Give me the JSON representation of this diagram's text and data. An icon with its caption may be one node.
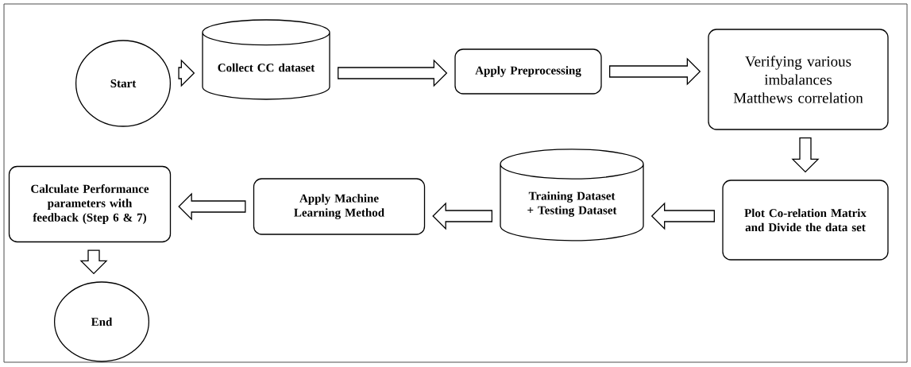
{
  "diagram": {
    "nodes": [
      {
        "text": [
          "Start"
        ]
      },
      {
        "text": [
          "Collect CC dataset"
        ]
      },
      {
        "text": [
          "Apply Preprocessing"
        ]
      },
      {
        "text": [
          "Verifying various imbalances Matthews correlation"
        ]
      },
      {
        "text": [
          "Plot Co-relation Matrix and Divide the data set"
        ]
      },
      {
        "text": [
          "Training Dataset + Testing Dataset"
        ]
      },
      {
        "text": [
          "Apply Machine Learning Method"
        ]
      },
      {
        "text": [
          "Calculate Performance parameters with feedback (Step 6 & 7)"
        ]
      },
      {
        "text": [
          "End"
        ]
      }
    ],
    "edges": [
      {
        "from": 0,
        "to": 1,
        "arrow": "to"
      },
      {
        "from": 1,
        "to": 2,
        "arrow": "to"
      },
      {
        "from": 2,
        "to": 3,
        "arrow": "to"
      },
      {
        "from": 3,
        "to": 4,
        "arrow": "to"
      },
      {
        "from": 4,
        "to": 5,
        "arrow": "to"
      },
      {
        "from": 5,
        "to": 6,
        "arrow": "to"
      },
      {
        "from": 6,
        "to": 7,
        "arrow": "to"
      },
      {
        "from": 7,
        "to": 8,
        "arrow": "to"
      }
    ]
  }
}
